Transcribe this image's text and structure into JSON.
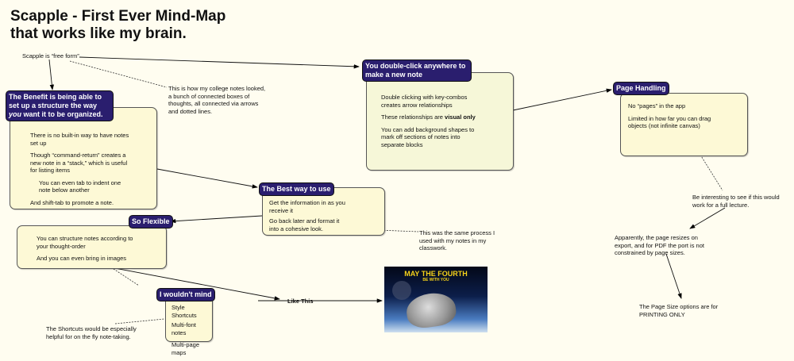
{
  "title": [
    "Scapple - First Ever Mind-Map",
    "that works like my brain."
  ],
  "notes": {
    "free_form": "Scapple is “free form”",
    "college_notes": "This is how my college notes looked, a bunch of connected boxes of thoughts, all connected via arrows and dotted lines.",
    "same_process": "This was the same process I used with my notes in my classwork.",
    "full_lecture": "Be interesting to see if this would work for a full lecture.",
    "apparently": "Apparently, the page resizes on export, and for PDF the port is not constrained by page sizes.",
    "page_size": "The Page Size options are for PRINTING ONLY",
    "shortcuts": "The Shortcuts would be especially helpful for on the fly note-taking.",
    "like_this": "Like This"
  },
  "benefit": {
    "header_a": "The Benefit is being able to set up a structure the way ",
    "header_em": "you",
    "header_b": " want it to be organized.",
    "items": [
      "There is no built-in way to have notes set up",
      "Though “command-return” creates a new note in a “stack,” which is useful for listing items",
      "You can even tab to indent one note below another",
      "And shift-tab to promote a note."
    ]
  },
  "double_click": {
    "header": "You double-click anywhere to make a new note",
    "items": [
      "Double clicking with key-combos creates arrow relationships",
      "These relationships are ",
      "visual only",
      "You can add background shapes to mark off sections of notes into separate blocks"
    ]
  },
  "page_handling": {
    "header": "Page Handling",
    "items": [
      "No “pages” in the app",
      "Limited in how far you can drag objects (not infinite canvas)"
    ]
  },
  "best_way": {
    "header": "The Best way to use",
    "items": [
      "Get the information in as you receive it",
      "Go back later and format it into a cohesive look."
    ]
  },
  "so_flexible": {
    "header": "So Flexible",
    "items": [
      "You can structure notes according to your thought-order",
      "And you can even bring in images"
    ]
  },
  "wouldnt_mind": {
    "header": "I wouldn't mind",
    "items": [
      "Style Shortcuts",
      "Multi-font notes",
      "Multi-page maps"
    ]
  },
  "image": {
    "line1": "May the fourth",
    "line2": "Be with you"
  },
  "colors": {
    "background": "#fffdf0",
    "header": "#2a1e6e",
    "note_box": "#fdf9d6"
  }
}
